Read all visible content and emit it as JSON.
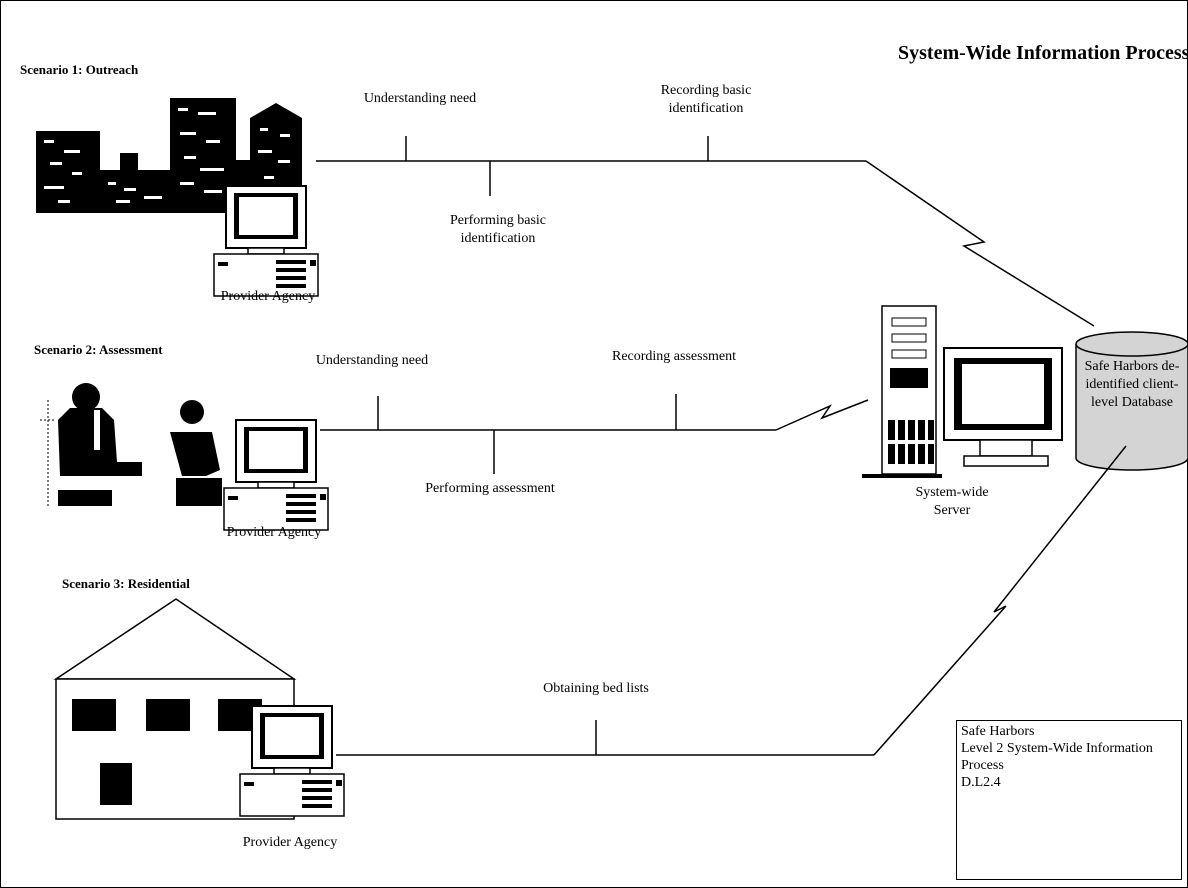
{
  "title": "System-Wide Information Processes",
  "scenarios": [
    {
      "heading": "Scenario 1: Outreach",
      "provider": "Provider Agency",
      "steps_top": [
        "Understanding need",
        "Recording basic identification"
      ],
      "steps_bottom": [
        "Performing basic identification"
      ]
    },
    {
      "heading": "Scenario 2: Assessment",
      "provider": "Provider Agency",
      "steps_top": [
        "Understanding need",
        "Recording assessment"
      ],
      "steps_bottom": [
        "Performing assessment"
      ]
    },
    {
      "heading": "Scenario 3: Residential",
      "provider": "Provider Agency",
      "steps_top": [
        "Obtaining bed lists"
      ],
      "steps_bottom": []
    }
  ],
  "server": {
    "label": "System-wide Server"
  },
  "database": {
    "label": "Safe Harbors de-identified client-level Database"
  },
  "legend": {
    "lines": [
      "Safe Harbors",
      "Level 2 System-Wide Information Process",
      "D.L2.4"
    ]
  }
}
